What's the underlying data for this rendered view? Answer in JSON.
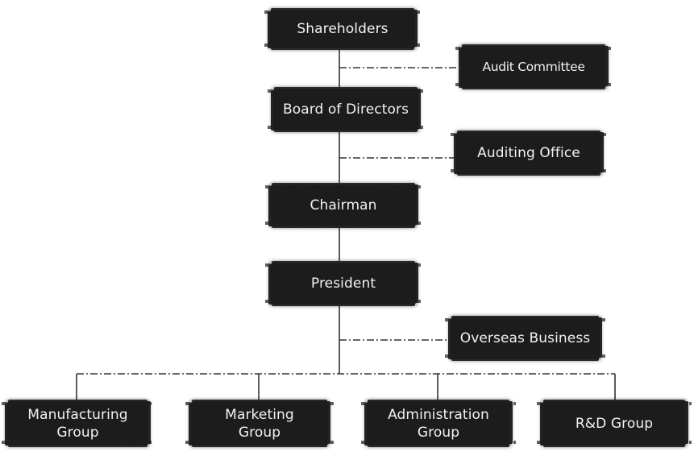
{
  "nodes": {
    "shareholders": "Shareholders",
    "audit_committee": "Audit Committee",
    "board_of_directors": "Board of Directors",
    "auditing_office": "Auditing Office",
    "chairman": "Chairman",
    "president": "President",
    "overseas_business": "Overseas Business",
    "manufacturing_group": "Manufacturing\nGroup",
    "marketing_group": "Marketing\nGroup",
    "administration_group": "Administration\nGroup",
    "rd_group": "R&D Group"
  },
  "colors": {
    "box_fill": "#1c1c1c",
    "box_text": "#f2f2f2",
    "connector": "#333333",
    "background": "#ffffff"
  }
}
